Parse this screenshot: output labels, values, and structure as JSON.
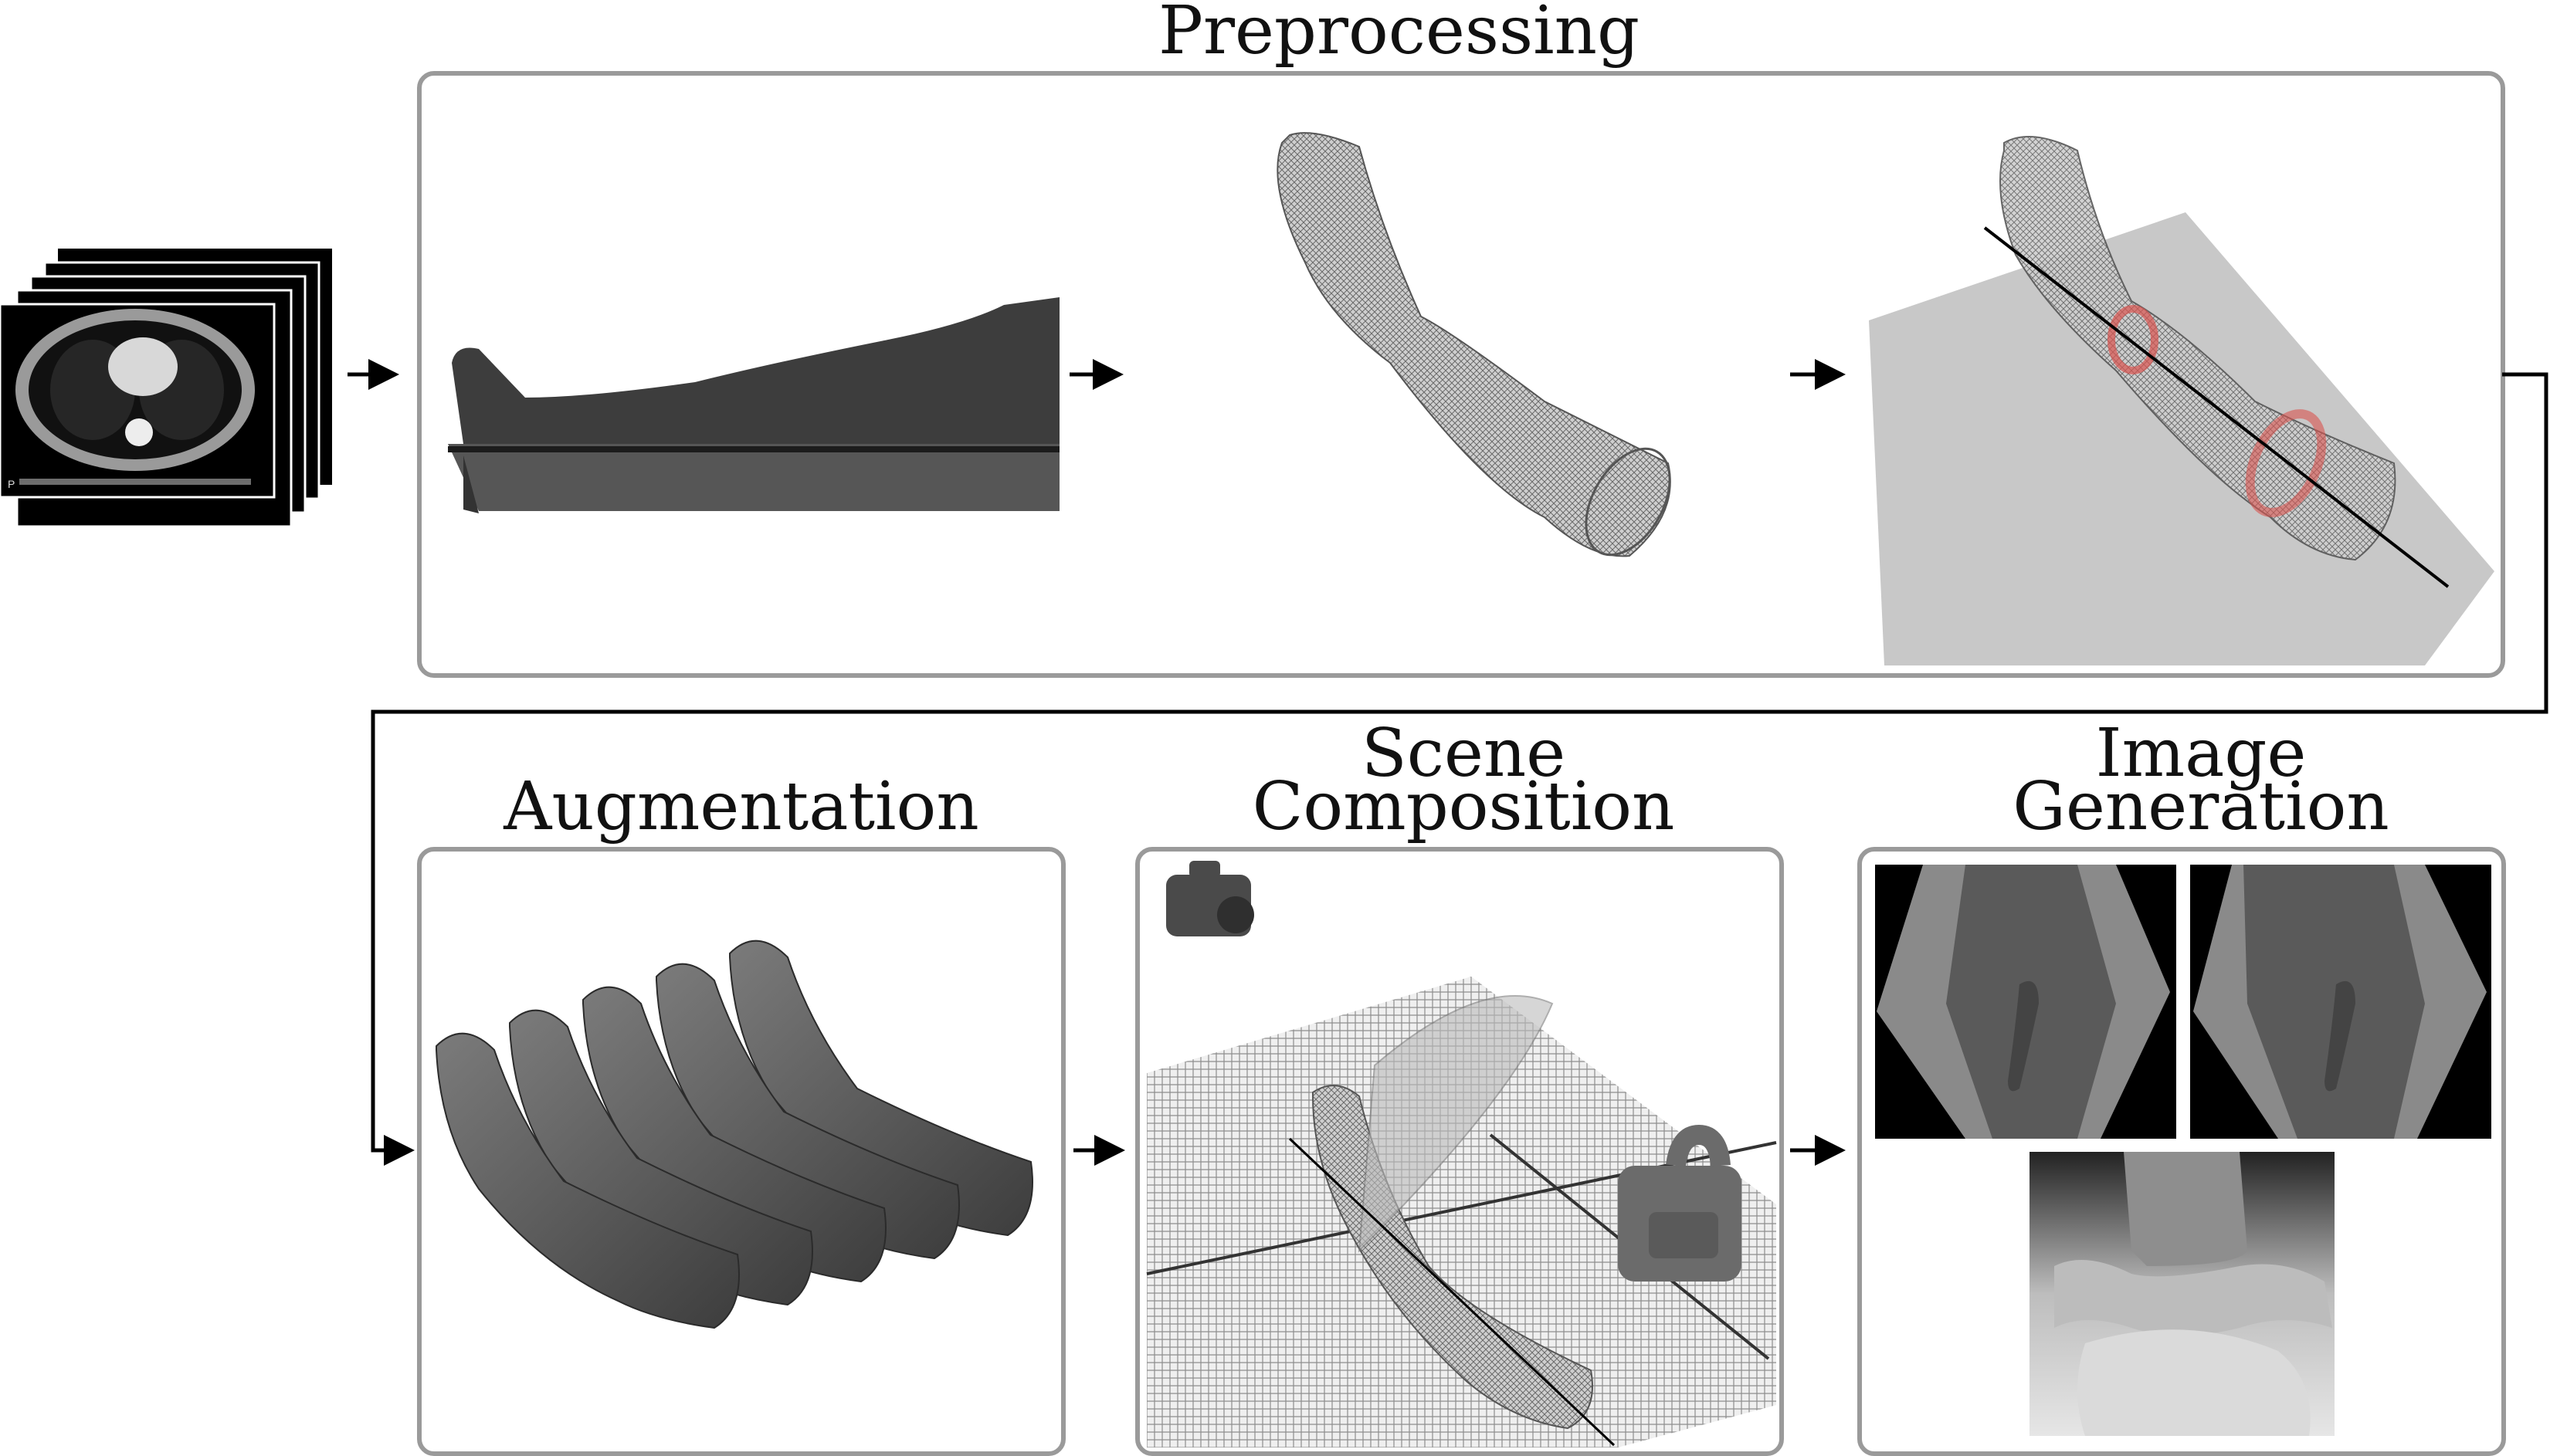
{
  "stages": {
    "preprocessing": {
      "title": "Preprocessing"
    },
    "augmentation": {
      "title": "Augmentation"
    },
    "scene_composition": {
      "title_line1": "Scene",
      "title_line2": "Composition"
    },
    "image_generation": {
      "title_line1": "Image",
      "title_line2": "Generation"
    }
  },
  "ct_slice": {
    "marker": "P"
  },
  "colors": {
    "panel_border": "#9a9a9a",
    "arrow": "#000000",
    "mesh": "#555555",
    "plane": "#c8c8c8",
    "highlight": "#d9534f"
  },
  "icons": [
    "ct-scan-stack",
    "body-mesh",
    "leg-wireframe",
    "leg-on-plane",
    "augmented-legs",
    "camera-icon",
    "detector-icon",
    "depth-map",
    "xray-image"
  ]
}
